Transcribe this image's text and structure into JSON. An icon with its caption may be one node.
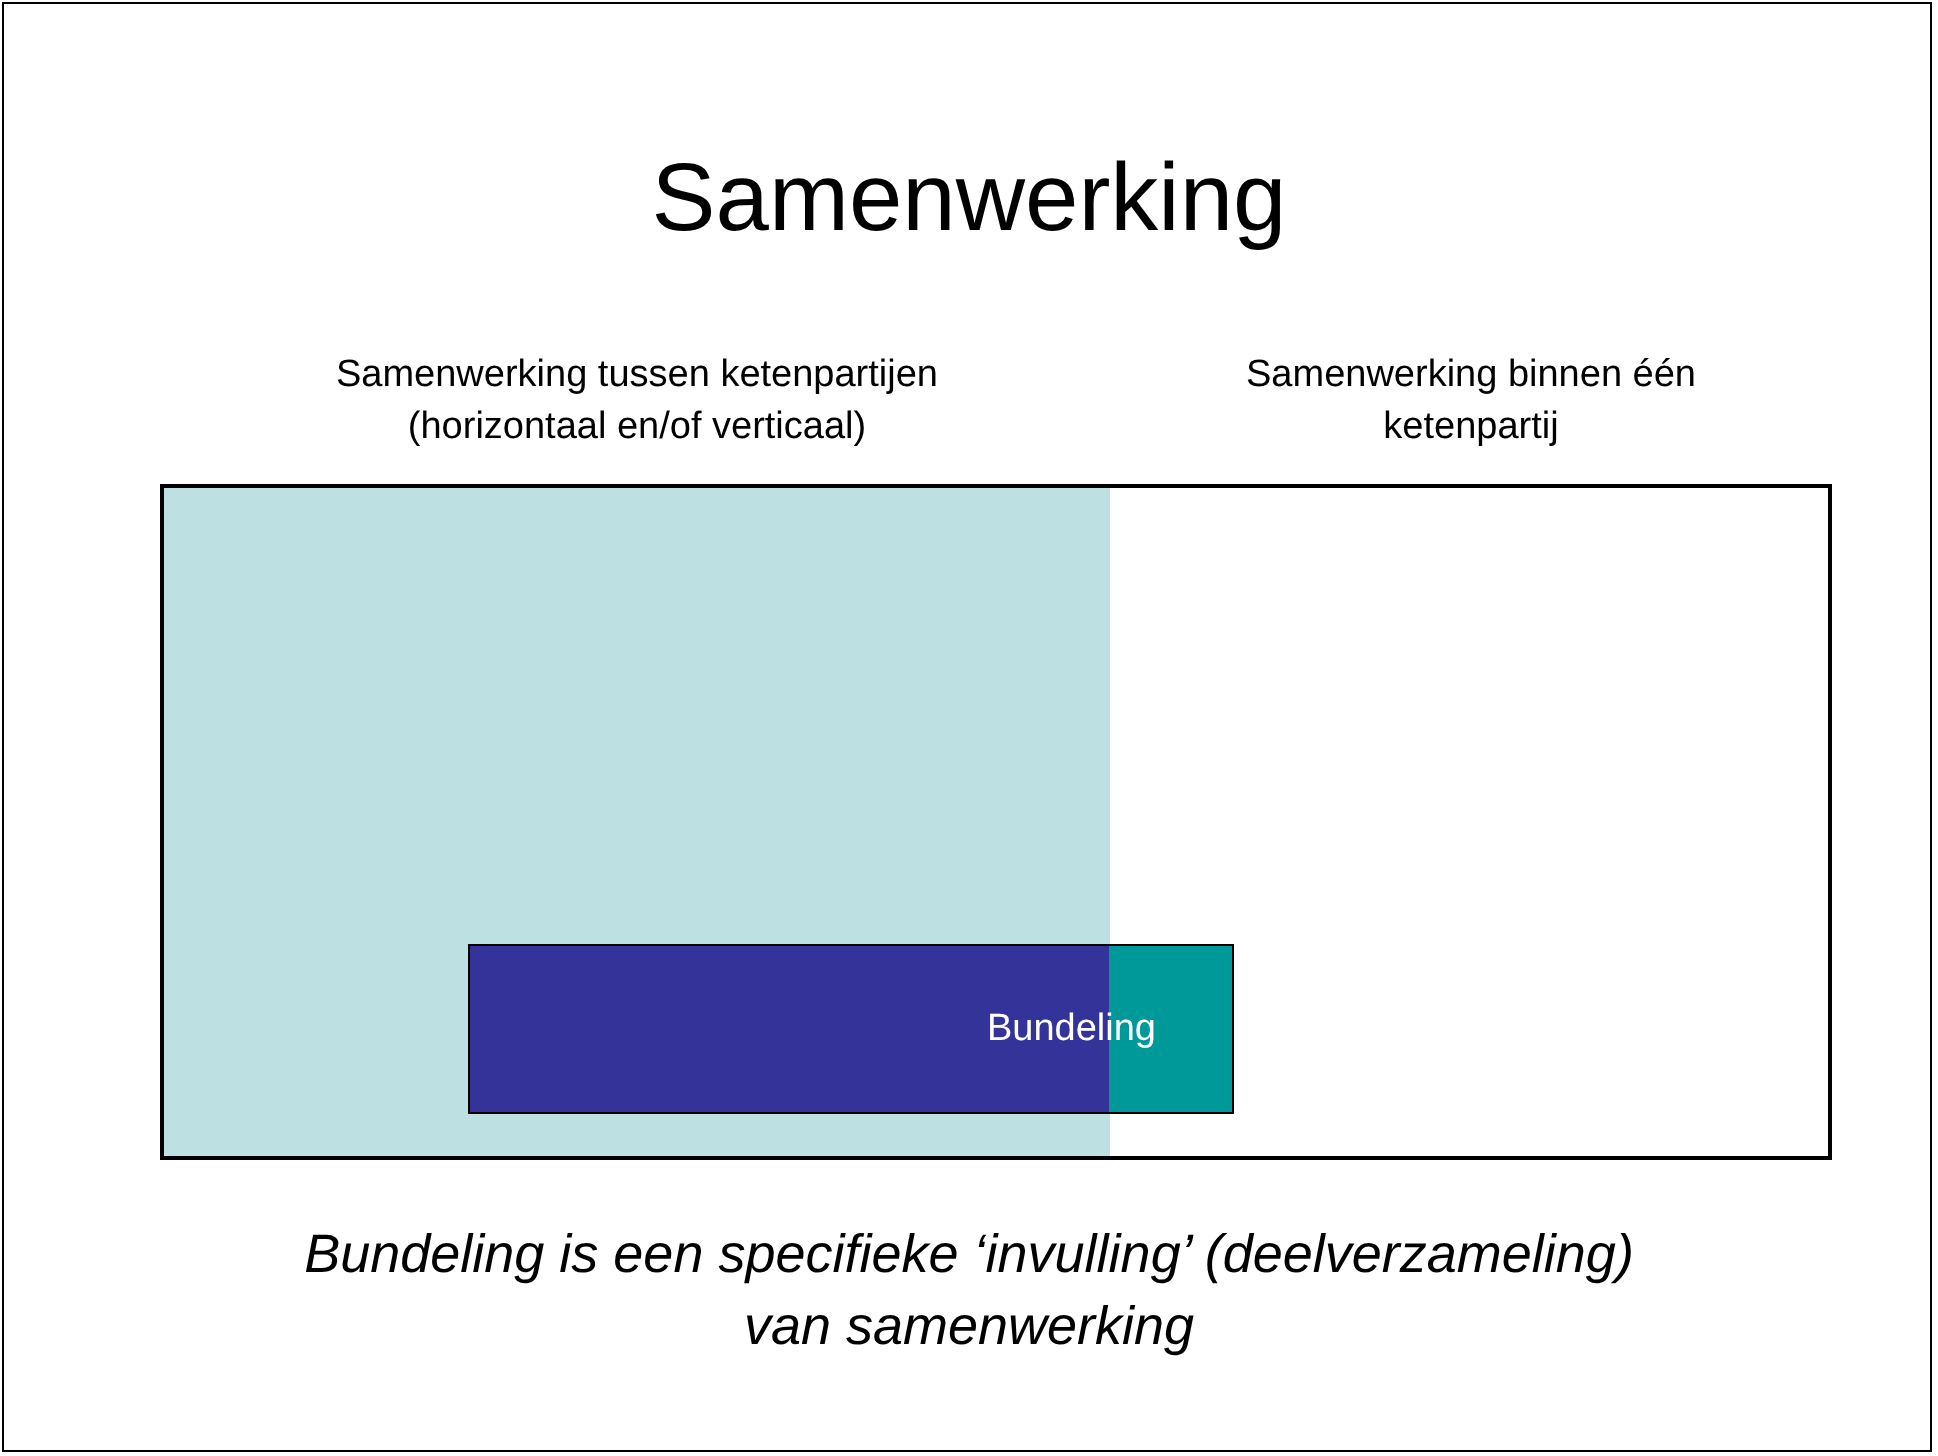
{
  "diagram": {
    "title": "Samenwerking",
    "nodes": [
      {
        "text": [
          "Samenwerking tussen ketenpartijen (horizontaal en/of verticaal)"
        ]
      },
      {
        "text": [
          "Samenwerking binnen één ketenpartij"
        ]
      },
      {
        "text": [
          "Bundeling"
        ]
      }
    ],
    "caption": "Bundeling is een specifieke ‘invulling’ (deelverzameling) van samenwerking"
  }
}
